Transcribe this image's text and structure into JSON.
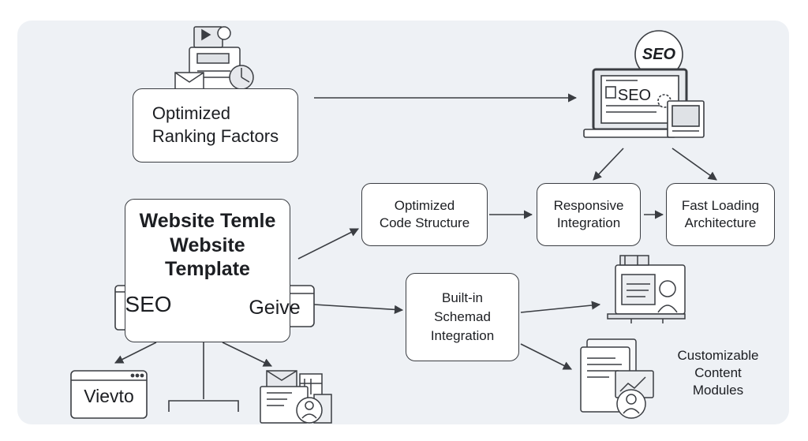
{
  "nodes": {
    "ranking": "Optimized\nRanking Factors",
    "template": "Website Temle\nWebsite\nTemplate",
    "seo_tag": "SEO",
    "geive_tag": "Geive",
    "code": "Optimized\nCode Structure",
    "responsive": "Responsive\nIntegration",
    "fast": "Fast Loading\nArchitecture",
    "schema": "Built-in\nSchemad\nIntegration",
    "custom": "Customizable\nContent\nModules",
    "vievto": "Vievto"
  },
  "icons": {
    "seo_badge": "SEO",
    "laptop_screen": "SEO"
  },
  "colors": {
    "panel": "#eef1f5",
    "stroke": "#3a3d42",
    "box": "#ffffff"
  }
}
